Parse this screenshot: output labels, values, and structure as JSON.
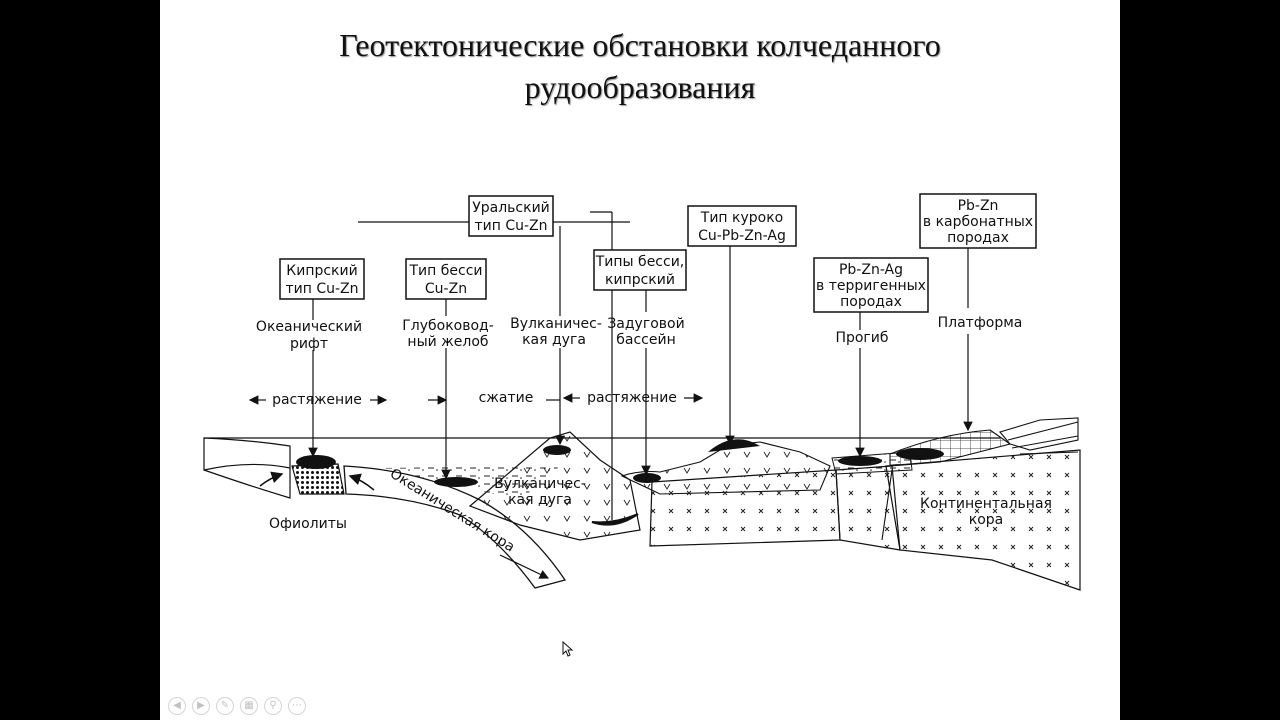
{
  "slide": {
    "title_line1": "Геотектонические обстановки колчеданного",
    "title_line2": "рудообразования"
  },
  "diagram": {
    "boxes": {
      "cyprus": [
        "Кипрский",
        "тип Cu-Zn"
      ],
      "besshi": [
        "Тип бесси",
        "Cu-Zn"
      ],
      "ural": [
        "Уральский",
        "тип Cu-Zn"
      ],
      "besshi_cyprus": [
        "Типы бесси,",
        "кипрский"
      ],
      "kuroko": [
        "Тип куроко",
        "Cu-Pb-Zn-Ag"
      ],
      "pbznag": [
        "Pb-Zn-Ag",
        "в терригенных",
        "породах"
      ],
      "pbzn": [
        "Pb-Zn",
        "в карбонатных",
        "породах"
      ]
    },
    "settings": {
      "ocean_rift": [
        "Океанический",
        "рифт"
      ],
      "trench": [
        "Глубоковод-",
        "ный желоб"
      ],
      "volcanic_arc": [
        "Вулканичес-",
        "кая дуга"
      ],
      "backarc": [
        "Задуговой",
        "бассейн"
      ],
      "trough": "Прогиб",
      "platform": "Платформа"
    },
    "regimes": {
      "extension1": "растяжение",
      "compression": "сжатие",
      "extension2": "растяжение"
    },
    "section_labels": {
      "ophiolites": "Офиолиты",
      "oceanic_crust": "Океаническая кора",
      "arc": [
        "Вулканичес-",
        "кая дуга"
      ],
      "continental_crust": [
        "Континентальная",
        "кора"
      ]
    }
  },
  "navbar": {
    "icons": [
      "prev-icon",
      "next-icon",
      "pen-icon",
      "slides-icon",
      "zoom-icon",
      "more-icon"
    ]
  }
}
